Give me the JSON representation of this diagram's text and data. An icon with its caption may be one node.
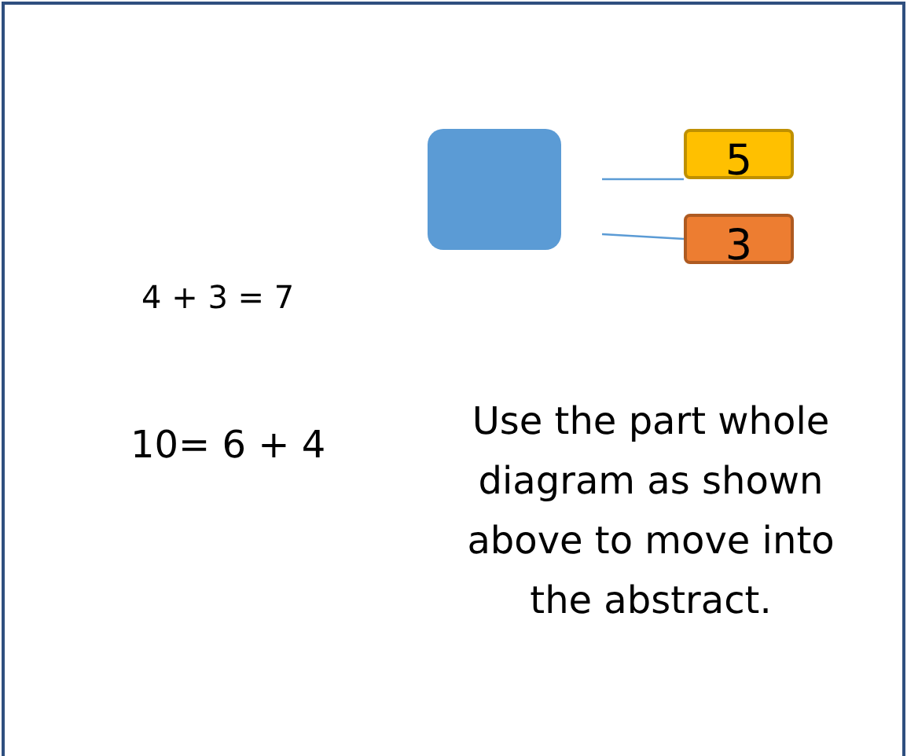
{
  "diagram": {
    "nodes": [
      {
        "text": [],
        "shape": "box"
      },
      {
        "text": [
          "5"
        ]
      },
      {
        "text": [
          "3"
        ]
      }
    ],
    "edges": [
      {
        "from": null,
        "to": 1,
        "arrow": "none"
      },
      {
        "from": null,
        "to": 2,
        "arrow": "none"
      }
    ],
    "labels": [
      "4 + 3 = 7",
      "10= 6 + 4",
      "Use the part whole diagram as shown above to move into the abstract."
    ]
  }
}
